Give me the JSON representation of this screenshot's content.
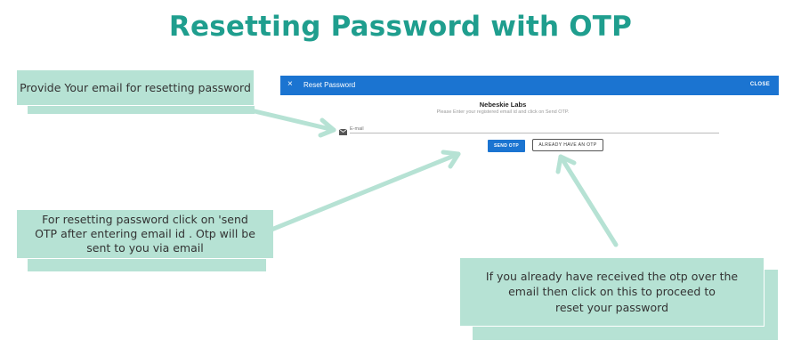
{
  "page_title": "Resetting Password with OTP",
  "callouts": {
    "email": "Provide Your email for resetting password",
    "send_otp": "For resetting password click on 'send\nOTP after entering email id . Otp will be\nsent to you via email",
    "have_otp": "If you already have received the otp over the\nemail then click on this to proceed to\nreset your password"
  },
  "dialog": {
    "title": "Reset Password",
    "close_label": "CLOSE",
    "close_icon": "×",
    "org_name": "Nebeskie Labs",
    "hint": "Please Enter your registered email id and click on Send OTP.",
    "email_placeholder": "E-mail",
    "send_otp_label": "SEND OTP",
    "have_otp_label": "ALREADY HAVE AN OTP"
  },
  "colors": {
    "title": "#1f9e8e",
    "callout": "#b6e2d4",
    "dialog_bar": "#1b74d1",
    "arrow": "#b6e2d4"
  },
  "icons": [
    "email-icon",
    "close-icon"
  ]
}
